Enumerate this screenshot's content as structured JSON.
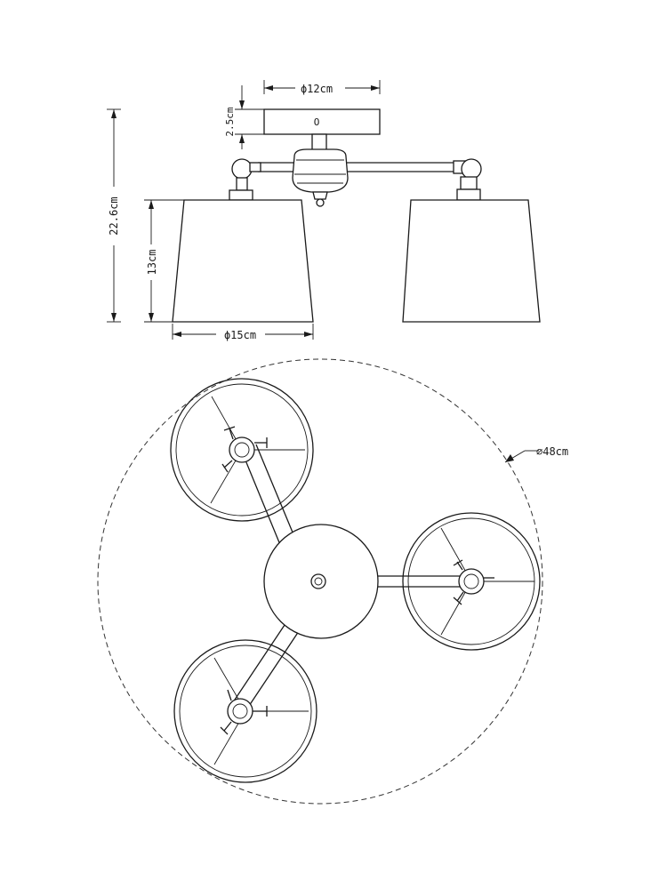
{
  "dimensions": {
    "canopy_diameter": "ϕ12cm",
    "canopy_height": "2.5cm",
    "total_height": "22.6cm",
    "shade_height": "13cm",
    "shade_diameter": "ϕ15cm",
    "overall_diameter": "⌀48cm"
  },
  "canopy_mark": "O"
}
